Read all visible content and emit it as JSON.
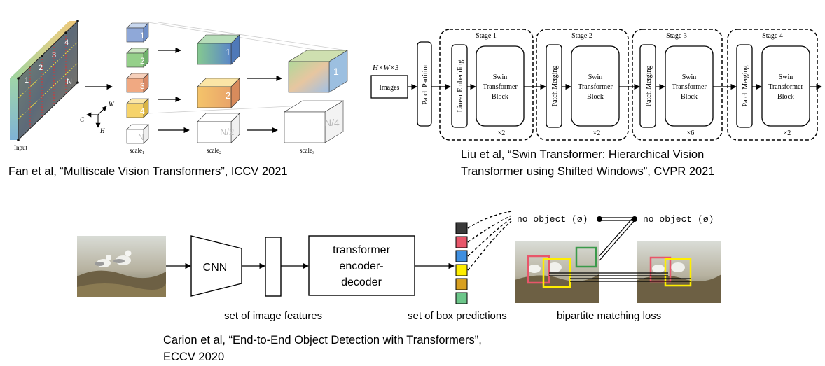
{
  "mvit": {
    "input_label": "Input",
    "frame_labels": [
      "1",
      "2",
      "3",
      "4",
      "N"
    ],
    "axis_labels": {
      "c": "C",
      "w": "W",
      "h": "H"
    },
    "cube_labels": [
      "1",
      "2",
      "3",
      "4",
      "N",
      "1",
      "2",
      "N/2",
      "1",
      "N/4"
    ],
    "scale_base": "scale",
    "scale_subs": [
      "1",
      "2",
      "3"
    ],
    "caption": "Fan et al, “Multiscale Vision Transformers”, ICCV 2021"
  },
  "swin": {
    "input_dims": "H×W×3",
    "images_label": "Images",
    "patch_partition": "Patch Partition",
    "stages": [
      {
        "title": "Stage 1",
        "side_label": "Linear Embedding",
        "block_lines": [
          "Swin",
          "Transformer",
          "Block"
        ],
        "repeat": "×2"
      },
      {
        "title": "Stage 2",
        "side_label": "Patch Merging",
        "block_lines": [
          "Swin",
          "Transformer",
          "Block"
        ],
        "repeat": "×2"
      },
      {
        "title": "Stage 3",
        "side_label": "Patch Merging",
        "block_lines": [
          "Swin",
          "Transformer",
          "Block"
        ],
        "repeat": "×6"
      },
      {
        "title": "Stage 4",
        "side_label": "Patch Merging",
        "block_lines": [
          "Swin",
          "Transformer",
          "Block"
        ],
        "repeat": "×2"
      }
    ],
    "caption_lines": [
      "Liu et al, “Swin Transformer: Hierarchical Vision",
      "Transformer using Shifted Windows”, CVPR 2021"
    ]
  },
  "detr": {
    "cnn_label": "CNN",
    "transformer_lines": [
      "transformer",
      "encoder-",
      "decoder"
    ],
    "no_object_left": "no object (ø)",
    "no_object_right": "no object (ø)",
    "features_label": "set of image features",
    "predictions_label": "set of box predictions",
    "matching_label": "bipartite matching loss",
    "prediction_colors": [
      "#3a3a3a",
      "#e8566a",
      "#3f8fe0",
      "#ffee00",
      "#d8a020",
      "#6cc68a"
    ],
    "caption_lines": [
      "Carion et al, “End-to-End Object Detection with Transformers”,",
      "ECCV 2020"
    ]
  }
}
